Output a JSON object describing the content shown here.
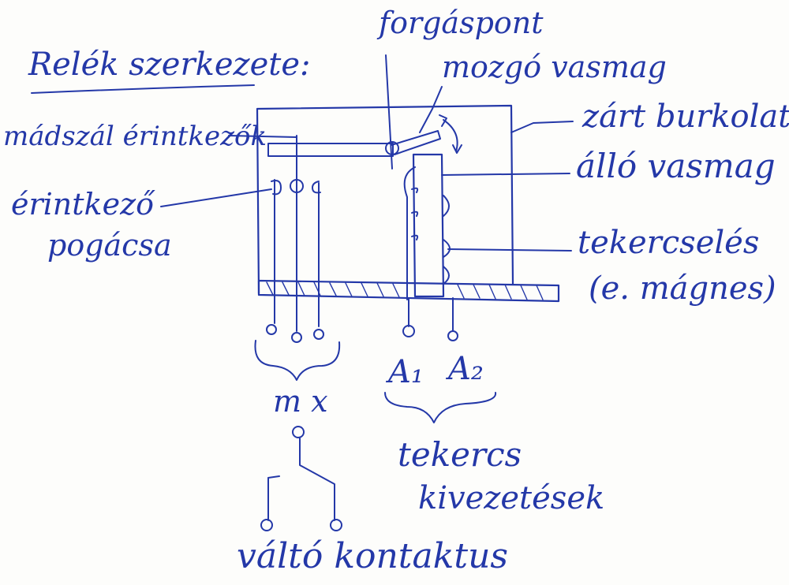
{
  "colors": {
    "ink": "#2438a8",
    "paper": "#fdfdfb"
  },
  "labels": {
    "title": "Relék szerkezete:",
    "pivot": "forgáspont",
    "moving_core": "mozgó vasmag",
    "closed_housing": "zárt burkolat",
    "wire_contact": "mádszál érintkezők",
    "fixed_core": "álló vasmag",
    "contact_tongue_line1": "érintkező",
    "contact_tongue_line2": "pogácsa",
    "coil_line1": "tekercselés",
    "coil_line2": "(e. mágnes)",
    "terminal_a1": "A₁",
    "terminal_a2": "A₂",
    "contacts_mx": "m x",
    "coil_leads_line1": "tekercs",
    "coil_leads_line2": "kivezetések",
    "changeover": "váltó kontaktus"
  }
}
